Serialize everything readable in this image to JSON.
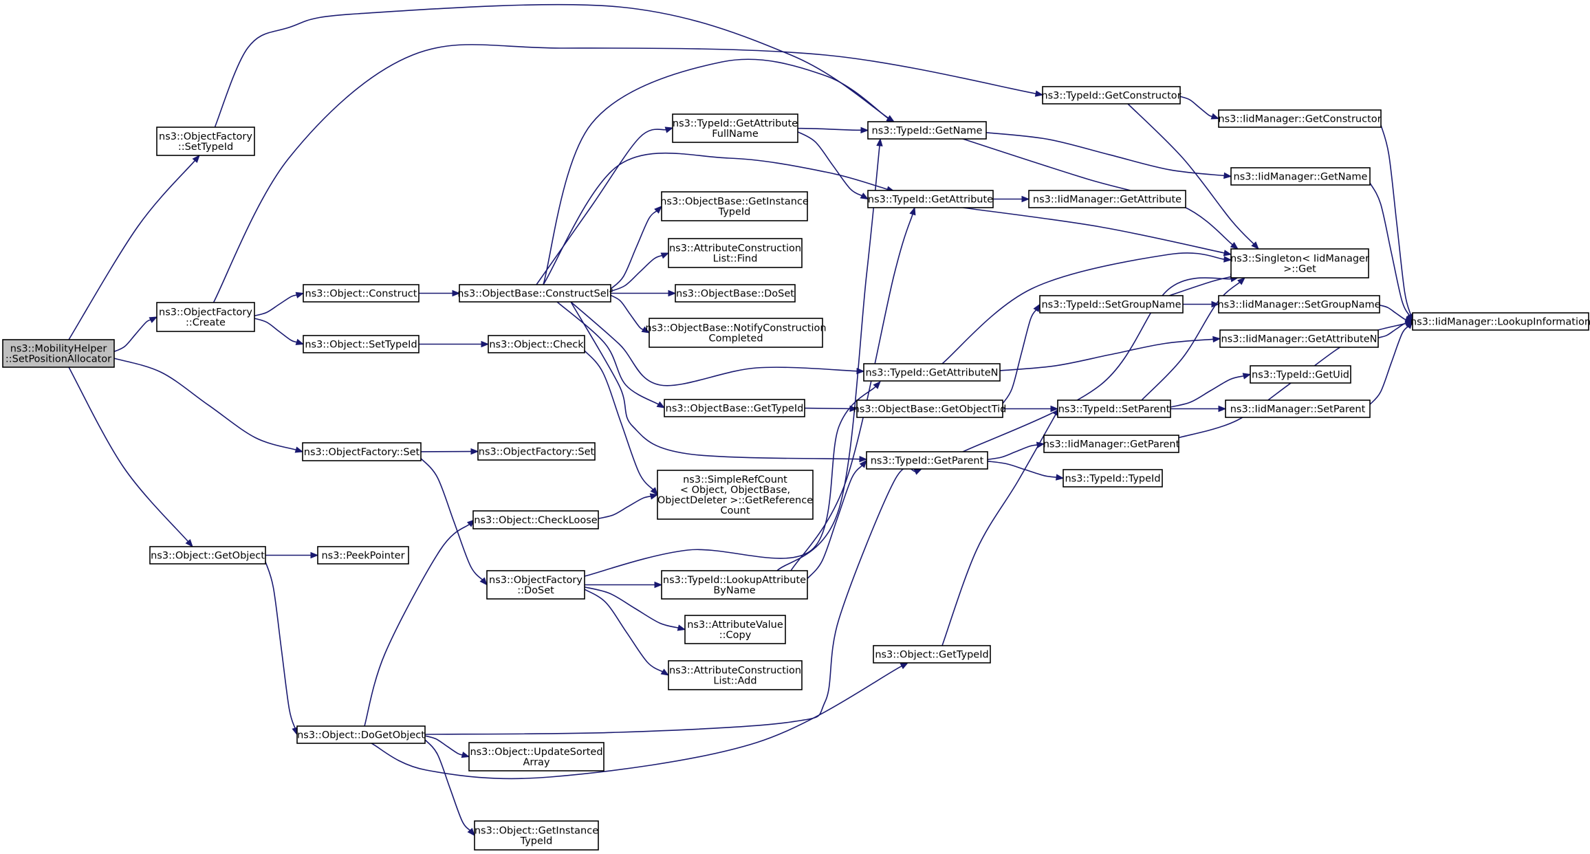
{
  "graph": {
    "title": "",
    "nodes": [
      {
        "id": "root",
        "label": [
          "ns3::MobilityHelper",
          "::SetPositionAllocator"
        ],
        "root": true
      },
      {
        "id": "of_settypeid",
        "label": [
          "ns3::ObjectFactory",
          "::SetTypeId"
        ]
      },
      {
        "id": "of_create",
        "label": [
          "ns3::ObjectFactory",
          "::Create"
        ]
      },
      {
        "id": "of_set",
        "label": [
          "ns3::ObjectFactory::Set"
        ]
      },
      {
        "id": "obj_getobject",
        "label": [
          "ns3::Object::GetObject"
        ]
      },
      {
        "id": "obj_construct",
        "label": [
          "ns3::Object::Construct"
        ]
      },
      {
        "id": "obj_settypeid",
        "label": [
          "ns3::Object::SetTypeId"
        ]
      },
      {
        "id": "of_set2",
        "label": [
          "ns3::ObjectFactory::Set"
        ]
      },
      {
        "id": "peekpointer",
        "label": [
          "ns3::PeekPointer"
        ]
      },
      {
        "id": "dogetobject",
        "label": [
          "ns3::Object::DoGetObject"
        ]
      },
      {
        "id": "constructself",
        "label": [
          "ns3::ObjectBase::ConstructSelf"
        ]
      },
      {
        "id": "obj_check",
        "label": [
          "ns3::Object::Check"
        ]
      },
      {
        "id": "checkloose",
        "label": [
          "ns3::Object::CheckLoose"
        ]
      },
      {
        "id": "of_doset",
        "label": [
          "ns3::ObjectFactory",
          "::DoSet"
        ]
      },
      {
        "id": "updatesorted",
        "label": [
          "ns3::Object::UpdateSorted",
          "Array"
        ]
      },
      {
        "id": "getinstancetypeid_obj",
        "label": [
          "ns3::Object::GetInstance",
          "TypeId"
        ]
      },
      {
        "id": "getattrfullname",
        "label": [
          "ns3::TypeId::GetAttribute",
          "FullName"
        ]
      },
      {
        "id": "ob_getinstancetypeid",
        "label": [
          "ns3::ObjectBase::GetInstance",
          "TypeId"
        ]
      },
      {
        "id": "acl_find",
        "label": [
          "ns3::AttributeConstruction",
          "List::Find"
        ]
      },
      {
        "id": "ob_doset",
        "label": [
          "ns3::ObjectBase::DoSet"
        ]
      },
      {
        "id": "ob_notify",
        "label": [
          "ns3::ObjectBase::NotifyConstruction",
          "Completed"
        ]
      },
      {
        "id": "ob_gettypeid",
        "label": [
          "ns3::ObjectBase::GetTypeId"
        ]
      },
      {
        "id": "simplerefcount",
        "label": [
          "ns3::SimpleRefCount",
          "< Object, ObjectBase,",
          "ObjectDeleter >::GetReference",
          "Count"
        ]
      },
      {
        "id": "lookupattr",
        "label": [
          "ns3::TypeId::LookupAttribute",
          "ByName"
        ]
      },
      {
        "id": "av_copy",
        "label": [
          "ns3::AttributeValue",
          "::Copy"
        ]
      },
      {
        "id": "acl_add",
        "label": [
          "ns3::AttributeConstruction",
          "List::Add"
        ]
      },
      {
        "id": "tid_getname",
        "label": [
          "ns3::TypeId::GetName"
        ]
      },
      {
        "id": "tid_getattribute",
        "label": [
          "ns3::TypeId::GetAttribute"
        ]
      },
      {
        "id": "tid_getattributen",
        "label": [
          "ns3::TypeId::GetAttributeN"
        ]
      },
      {
        "id": "ob_getobjecttid",
        "label": [
          "ns3::ObjectBase::GetObjectTid"
        ]
      },
      {
        "id": "tid_getparent",
        "label": [
          "ns3::TypeId::GetParent"
        ]
      },
      {
        "id": "obj_gettypeid",
        "label": [
          "ns3::Object::GetTypeId"
        ]
      },
      {
        "id": "tid_getconstructor",
        "label": [
          "ns3::TypeId::GetConstructor"
        ]
      },
      {
        "id": "iid_getattribute",
        "label": [
          "ns3::IidManager::GetAttribute"
        ]
      },
      {
        "id": "tid_setgroupname",
        "label": [
          "ns3::TypeId::SetGroupName"
        ]
      },
      {
        "id": "tid_setparent",
        "label": [
          "ns3::TypeId::SetParent"
        ]
      },
      {
        "id": "iid_getparent",
        "label": [
          "ns3::IidManager::GetParent"
        ]
      },
      {
        "id": "tid_typeid",
        "label": [
          "ns3::TypeId::TypeId"
        ]
      },
      {
        "id": "iid_getconstructor",
        "label": [
          "ns3::IidManager::GetConstructor"
        ]
      },
      {
        "id": "iid_getname",
        "label": [
          "ns3::IidManager::GetName"
        ]
      },
      {
        "id": "singleton_get",
        "label": [
          "ns3::Singleton< IidManager",
          " >::Get"
        ]
      },
      {
        "id": "iid_setgroupname",
        "label": [
          "ns3::IidManager::SetGroupName"
        ]
      },
      {
        "id": "iid_getattributen",
        "label": [
          "ns3::IidManager::GetAttributeN"
        ]
      },
      {
        "id": "tid_getuid",
        "label": [
          "ns3::TypeId::GetUid"
        ]
      },
      {
        "id": "iid_setparent",
        "label": [
          "ns3::IidManager::SetParent"
        ]
      },
      {
        "id": "iid_lookupinfo",
        "label": [
          "ns3::IidManager::LookupInformation"
        ]
      }
    ],
    "edges": [
      [
        "root",
        "of_settypeid"
      ],
      [
        "root",
        "of_create"
      ],
      [
        "root",
        "of_set"
      ],
      [
        "root",
        "obj_getobject"
      ],
      [
        "of_settypeid",
        "tid_getname"
      ],
      [
        "of_create",
        "obj_construct"
      ],
      [
        "of_create",
        "obj_settypeid"
      ],
      [
        "of_create",
        "tid_getconstructor"
      ],
      [
        "of_set",
        "of_set2"
      ],
      [
        "of_set",
        "of_doset"
      ],
      [
        "obj_getobject",
        "peekpointer"
      ],
      [
        "obj_getobject",
        "dogetobject"
      ],
      [
        "obj_construct",
        "constructself"
      ],
      [
        "obj_settypeid",
        "obj_check"
      ],
      [
        "obj_check",
        "simplerefcount"
      ],
      [
        "constructself",
        "getattrfullname"
      ],
      [
        "constructself",
        "ob_getinstancetypeid"
      ],
      [
        "constructself",
        "acl_find"
      ],
      [
        "constructself",
        "ob_doset"
      ],
      [
        "constructself",
        "ob_notify"
      ],
      [
        "constructself",
        "ob_gettypeid"
      ],
      [
        "constructself",
        "tid_getname"
      ],
      [
        "constructself",
        "tid_getattribute"
      ],
      [
        "constructself",
        "tid_getattributen"
      ],
      [
        "constructself",
        "tid_getparent"
      ],
      [
        "getattrfullname",
        "tid_getname"
      ],
      [
        "getattrfullname",
        "tid_getattribute"
      ],
      [
        "ob_gettypeid",
        "ob_getobjecttid"
      ],
      [
        "dogetobject",
        "checkloose"
      ],
      [
        "dogetobject",
        "updatesorted"
      ],
      [
        "dogetobject",
        "getinstancetypeid_obj"
      ],
      [
        "dogetobject",
        "tid_getparent"
      ],
      [
        "dogetobject",
        "obj_gettypeid"
      ],
      [
        "checkloose",
        "simplerefcount"
      ],
      [
        "of_doset",
        "lookupattr"
      ],
      [
        "of_doset",
        "av_copy"
      ],
      [
        "of_doset",
        "acl_add"
      ],
      [
        "of_doset",
        "tid_getattributen"
      ],
      [
        "lookupattr",
        "tid_getname"
      ],
      [
        "lookupattr",
        "tid_getattribute"
      ],
      [
        "lookupattr",
        "tid_getparent"
      ],
      [
        "tid_getname",
        "iid_getname"
      ],
      [
        "tid_getname",
        "singleton_get"
      ],
      [
        "tid_getattribute",
        "iid_getattribute"
      ],
      [
        "tid_getattribute",
        "singleton_get"
      ],
      [
        "tid_getattributen",
        "iid_getattributen"
      ],
      [
        "tid_getattributen",
        "singleton_get"
      ],
      [
        "ob_getobjecttid",
        "tid_setgroupname"
      ],
      [
        "ob_getobjecttid",
        "tid_setparent"
      ],
      [
        "tid_getparent",
        "iid_getparent"
      ],
      [
        "tid_getparent",
        "tid_typeid"
      ],
      [
        "tid_getparent",
        "singleton_get"
      ],
      [
        "obj_gettypeid",
        "tid_setparent"
      ],
      [
        "tid_getconstructor",
        "iid_getconstructor"
      ],
      [
        "tid_getconstructor",
        "singleton_get"
      ],
      [
        "tid_setgroupname",
        "iid_setgroupname"
      ],
      [
        "tid_setgroupname",
        "singleton_get"
      ],
      [
        "tid_setparent",
        "tid_getuid"
      ],
      [
        "tid_setparent",
        "iid_setparent"
      ],
      [
        "tid_setparent",
        "singleton_get"
      ],
      [
        "iid_getconstructor",
        "iid_lookupinfo"
      ],
      [
        "iid_getname",
        "iid_lookupinfo"
      ],
      [
        "iid_setgroupname",
        "iid_lookupinfo"
      ],
      [
        "iid_getattributen",
        "iid_lookupinfo"
      ],
      [
        "iid_setparent",
        "iid_lookupinfo"
      ],
      [
        "iid_getparent",
        "iid_lookupinfo"
      ]
    ]
  }
}
